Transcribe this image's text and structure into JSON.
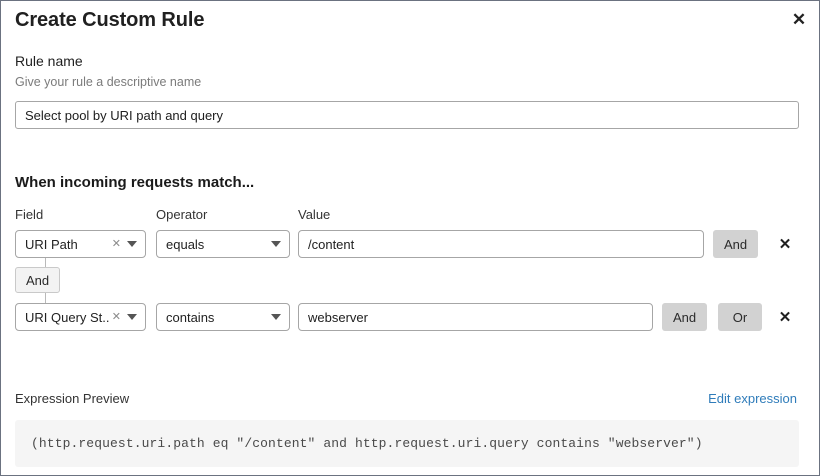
{
  "dialog": {
    "title": "Create Custom Rule",
    "close_icon": "close-icon"
  },
  "rule_name": {
    "label": "Rule name",
    "help": "Give your rule a descriptive name",
    "value": "Select pool by URI path and query",
    "placeholder": ""
  },
  "match": {
    "heading": "When incoming requests match...",
    "columns": {
      "field": "Field",
      "operator": "Operator",
      "value": "Value"
    },
    "connector": {
      "label": "And"
    },
    "rows": [
      {
        "field": "URI Path",
        "operator": "equals",
        "value": "/content",
        "and_label": "And",
        "remove_label": "✕"
      },
      {
        "field": "URI Query St...",
        "operator": "contains",
        "value": "webserver",
        "and_label": "And",
        "or_label": "Or",
        "remove_label": "✕"
      }
    ]
  },
  "expression": {
    "label": "Expression Preview",
    "edit_link": "Edit expression",
    "code": "(http.request.uri.path eq \"/content\" and http.request.uri.query contains \"webserver\")"
  },
  "colors": {
    "link": "#2f7cba",
    "logic_button_bg": "#d2d2d2",
    "code_bg": "#f5f5f5",
    "border": "#a6a6a6"
  }
}
